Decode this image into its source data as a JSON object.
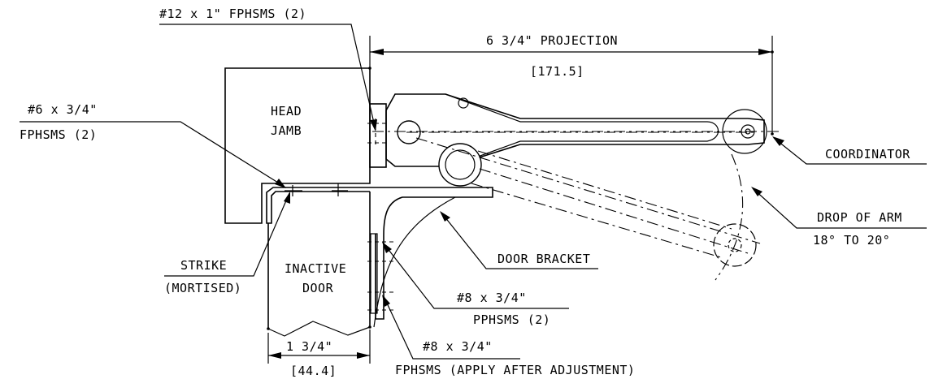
{
  "labels": {
    "screw_top": "#12 x 1\" FPHSMS (2)",
    "projection": "6 3/4\" PROJECTION",
    "projection_mm": "[171.5]",
    "head_jamb_1": "HEAD",
    "head_jamb_2": "JAMB",
    "screw_left_1": "#6 x 3/4\"",
    "screw_left_2": "FPHSMS (2)",
    "coordinator": "COORDINATOR",
    "drop_of_arm": "DROP OF ARM",
    "drop_angle": "18° TO 20°",
    "strike_1": "STRIKE",
    "strike_2": "(MORTISED)",
    "inactive_1": "INACTIVE",
    "inactive_2": "DOOR",
    "door_bracket": "DOOR BRACKET",
    "screw_pp_1": "#8 x 3/4\"",
    "screw_pp_2": "PPHSMS (2)",
    "width": "1 3/4\"",
    "width_mm": "[44.4]",
    "screw_adj_1": "#8 x 3/4\"",
    "screw_adj_2": "FPHSMS (APPLY AFTER ADJUSTMENT)"
  }
}
